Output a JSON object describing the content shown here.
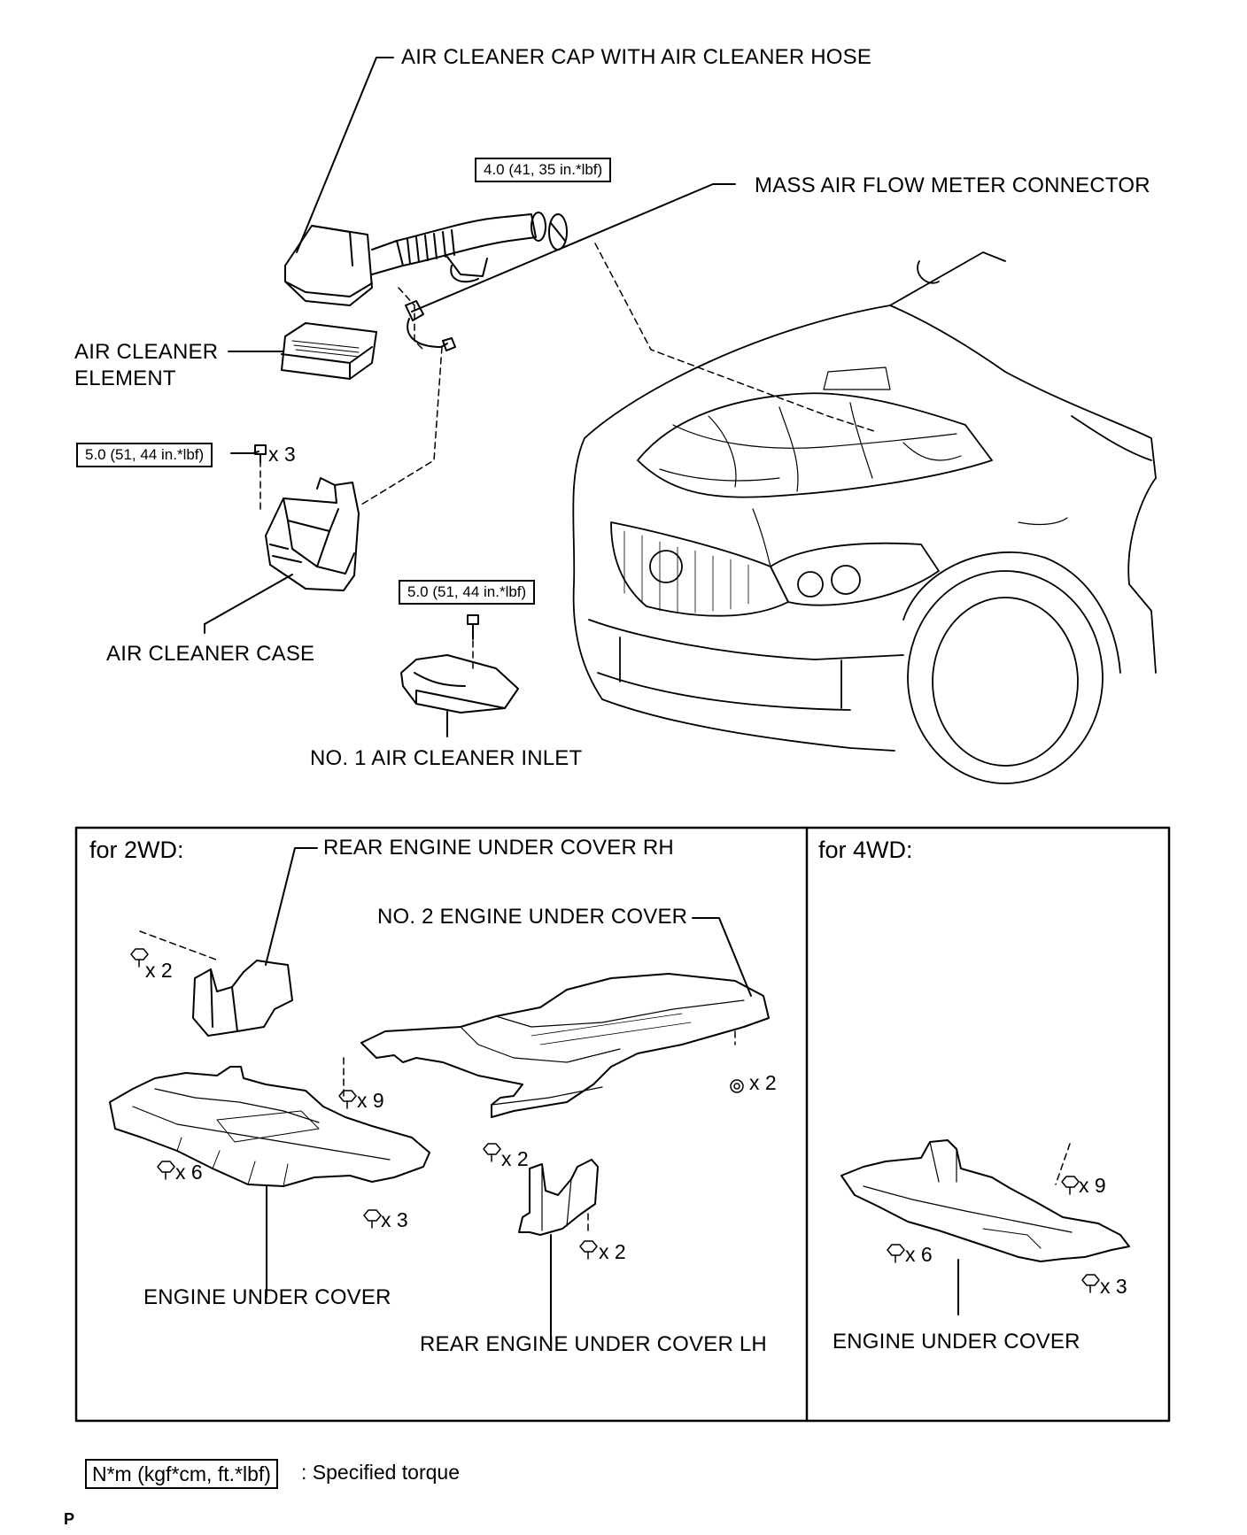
{
  "labels": {
    "air_cleaner_cap": "AIR CLEANER CAP WITH AIR CLEANER HOSE",
    "mass_air_flow": "MASS AIR FLOW METER CONNECTOR",
    "element_line1": "AIR CLEANER",
    "element_line2": "ELEMENT",
    "air_cleaner_case": "AIR CLEANER CASE",
    "no1_inlet": "NO. 1 AIR CLEANER INLET",
    "rear_rh": "REAR ENGINE UNDER COVER RH",
    "no2_cover": "NO. 2 ENGINE UNDER COVER",
    "engine_under_cover_2wd": "ENGINE UNDER COVER",
    "rear_lh": "REAR ENGINE UNDER COVER LH",
    "engine_under_cover_4wd": "ENGINE UNDER COVER"
  },
  "torques": {
    "hose_clamp": "4.0 (41, 35 in.*lbf)",
    "case_bolt": "5.0 (51, 44 in.*lbf)",
    "inlet_bolt": "5.0 (51, 44 in.*lbf)"
  },
  "quantities": {
    "case_bolt": "x 3",
    "rh_bolt": "x 2",
    "no2_front": "x 2",
    "no2_rear": "x 2",
    "euc_top": "x 9",
    "euc_left": "x 6",
    "euc_bottom": "x 3",
    "lh_bolt": "x 2",
    "euc4_top": "x 9",
    "euc4_left": "x 6",
    "euc4_bottom": "x 3"
  },
  "sections": {
    "twowd": "for 2WD:",
    "fourwd": "for 4WD:"
  },
  "legend": {
    "box": "N*m (kgf*cm, ft.*lbf)",
    "text": ": Specified torque"
  },
  "page_mark": "P"
}
